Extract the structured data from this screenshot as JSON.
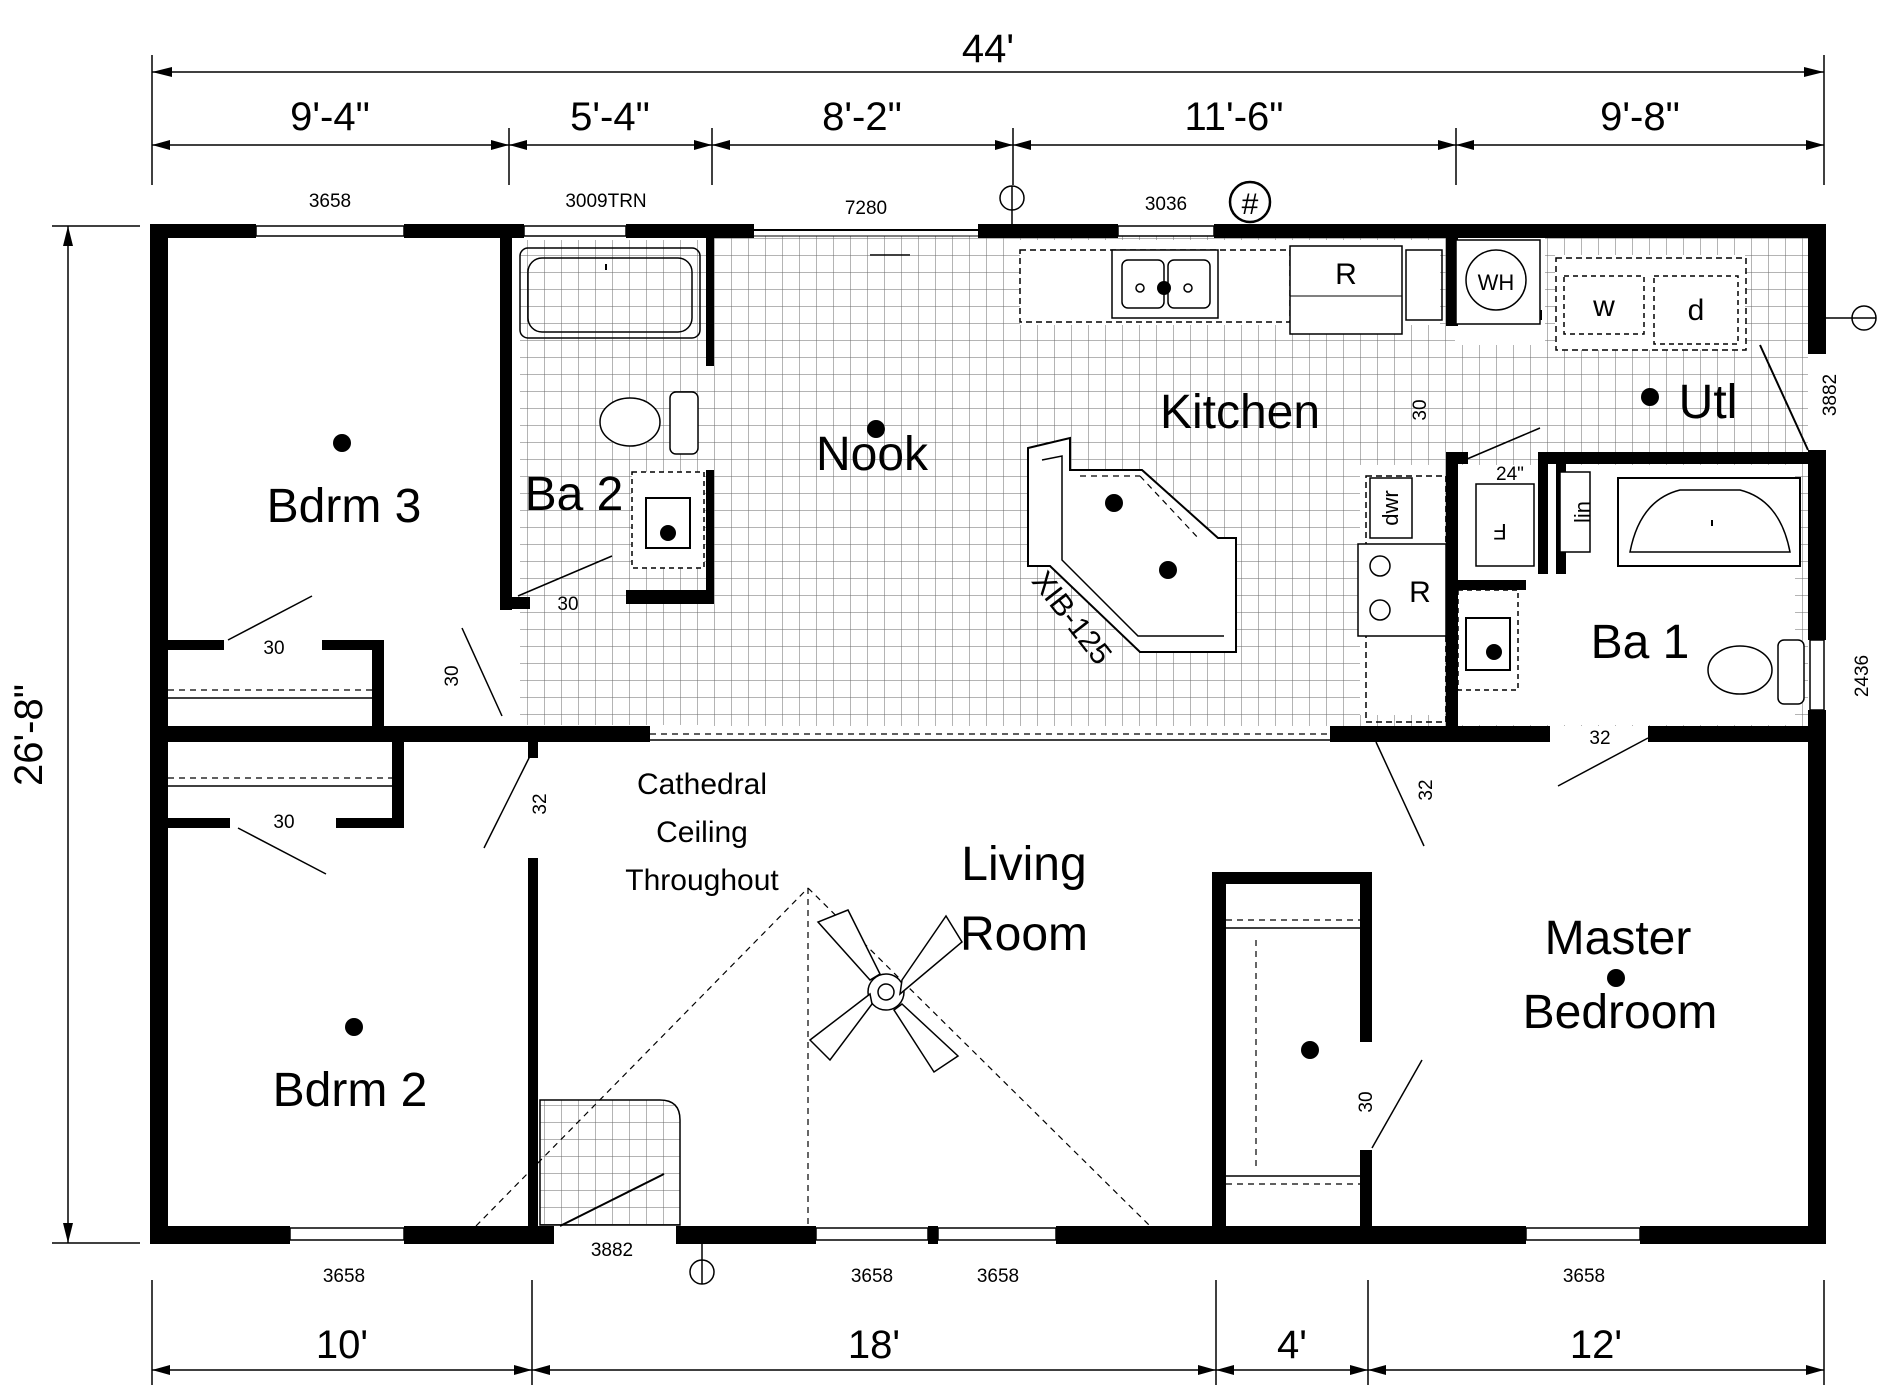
{
  "overall": {
    "width": "44'",
    "depth": "26'-8\""
  },
  "top_dims": [
    "9'-4\"",
    "5'-4\"",
    "8'-2\"",
    "11'-6\"",
    "9'-8\""
  ],
  "bottom_dims": [
    "10'",
    "18'",
    "4'",
    "12'"
  ],
  "rooms": {
    "bdrm3": "Bdrm 3",
    "ba2": "Ba 2",
    "nook": "Nook",
    "kitchen": "Kitchen",
    "utl": "Utl",
    "ba1": "Ba 1",
    "bdrm2": "Bdrm 2",
    "living_1": "Living",
    "living_2": "Room",
    "master_1": "Master",
    "master_2": "Bedroom"
  },
  "note": {
    "line1": "Cathedral",
    "line2": "Ceiling",
    "line3": "Throughout"
  },
  "windows": {
    "top_bdrm3": "3658",
    "top_ba2": "3009TRN",
    "top_slider": "7280",
    "top_kitchen": "3036",
    "right_utl": "3882",
    "right_ba1": "2436",
    "bottom_bdrm2": "3658",
    "bottom_entry": "3882",
    "bottom_living_a": "3658",
    "bottom_living_b": "3658",
    "bottom_master": "3658"
  },
  "doors": {
    "bdrm3_closet": "30",
    "bdrm3_entry": "30",
    "ba2_entry": "30",
    "kitchen_pantry": "30",
    "bdrm2_closet": "30",
    "bdrm2_entry": "32",
    "ba1_entry": "32",
    "master_entry": "32",
    "master_closet": "30",
    "linen_24": "24\""
  },
  "fixtures": {
    "range": "R",
    "fridge": "R",
    "dishwasher": "dwr",
    "water_heater": "WH",
    "washer": "w",
    "dryer": "d",
    "furnace": "F",
    "linen": "lin",
    "island": "XIB-125",
    "hash": "#"
  }
}
